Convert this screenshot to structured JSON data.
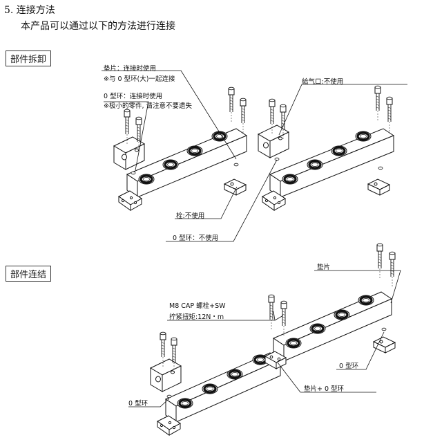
{
  "section": {
    "heading": "5. 连接方法",
    "subheading": "本产品可以通过以下的方法进行连接"
  },
  "box_labels": {
    "disassembly": "部件拆卸",
    "connection": "部件连结"
  },
  "callouts_top": {
    "washer_1": "垫片：连接时使用",
    "washer_2": "※与 0 型环(大)一起连接",
    "oring_1": "0 型环：连接时使用",
    "oring_2": "※极小的零件, 请注意不要遗失",
    "air_inlet": "給气口:不使用",
    "plug": "栓:不使用",
    "oring_unused": "0 型环：不使用"
  },
  "callouts_bottom": {
    "washer": "垫片",
    "bolt_1": "M8 CAP 螺栓+SW",
    "bolt_2": "拧紧扭矩:12N・m",
    "oring_right": "0 型环",
    "washer_oring": "垫片+ 0 型环",
    "oring_left": "0 型环"
  }
}
